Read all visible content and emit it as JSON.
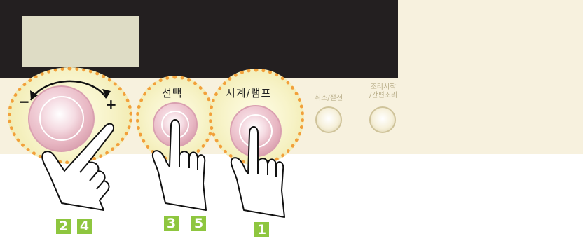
{
  "panel": {
    "select_label": "선택",
    "clock_lamp_label": "시계/램프",
    "cancel_label": "취소/절전",
    "start_label_line1": "조리시작",
    "start_label_line2": "/간편조리",
    "dial_minus": "−",
    "dial_plus": "+"
  },
  "steps": {
    "dial": [
      "2",
      "4"
    ],
    "select": [
      "3",
      "5"
    ],
    "clock": [
      "1"
    ]
  },
  "colors": {
    "step_badge": "#8ec63f",
    "ring_dots": "#f2a03a",
    "button_pink": "#e8b7c3",
    "panel_dark": "#231f20",
    "panel_cream": "#f7f1de"
  },
  "icons": [
    "rotate-arrow-icon",
    "pointing-hand-icon"
  ]
}
